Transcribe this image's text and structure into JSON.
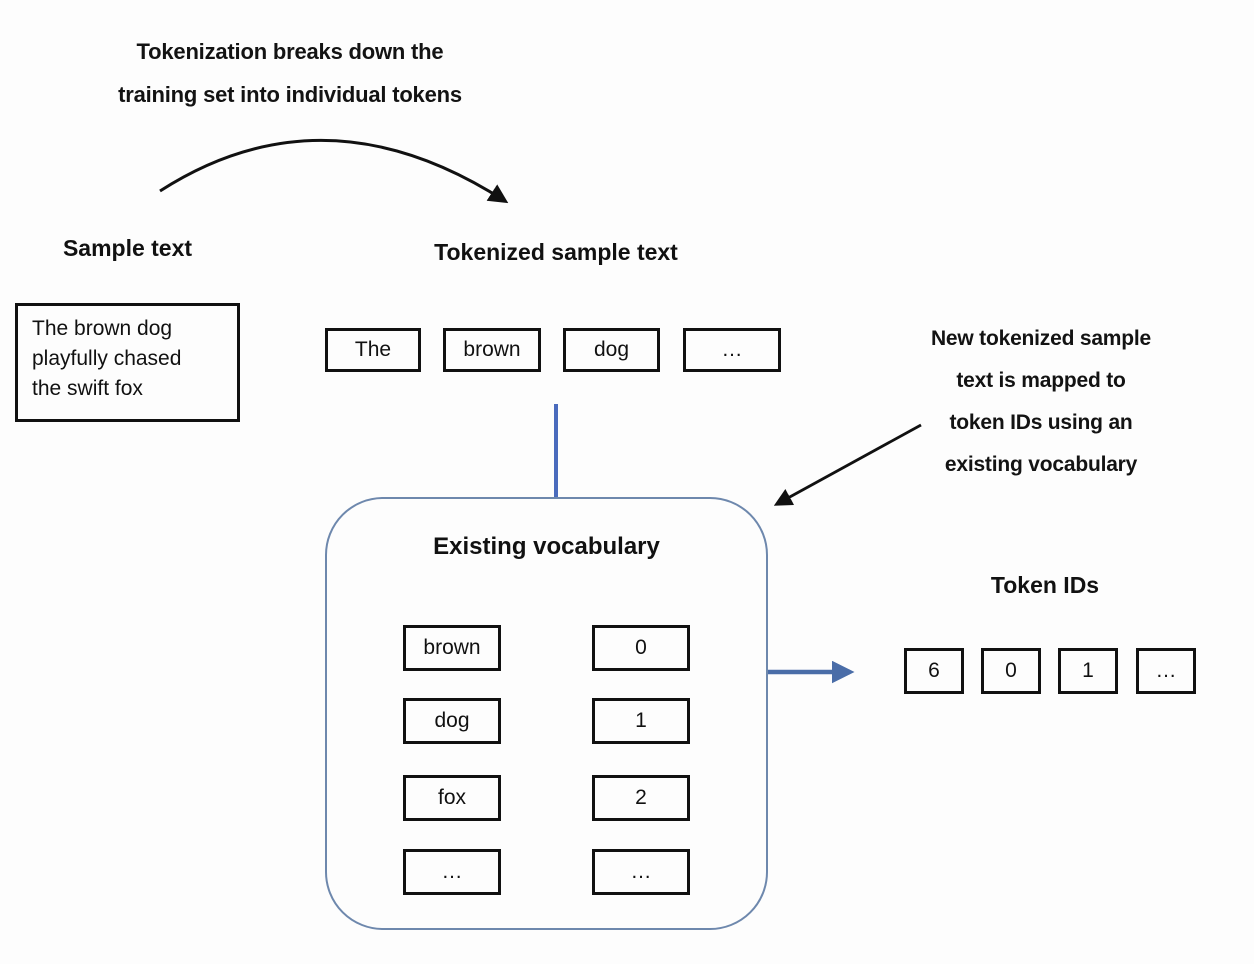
{
  "annotations": {
    "top": {
      "full": "Tokenization breaks down the training set into individual tokens",
      "lines": [
        "Tokenization breaks down the",
        "training set into individual tokens"
      ]
    },
    "right": {
      "full": "New tokenized sample text is mapped to token IDs using an existing vocabulary",
      "lines": [
        "New tokenized sample",
        "text is mapped to",
        "token IDs using an",
        "existing vocabulary"
      ]
    }
  },
  "headings": {
    "sample_text": "Sample text",
    "tokenized_sample_text": "Tokenized sample text",
    "existing_vocabulary": "Existing vocabulary",
    "token_ids": "Token IDs"
  },
  "sample_text": {
    "full": "The brown dog playfully chased the swift fox",
    "lines": [
      "The brown dog",
      "playfully chased",
      "the swift fox"
    ]
  },
  "tokens": [
    "The",
    "brown",
    "dog",
    "…"
  ],
  "vocab": [
    {
      "word": "brown",
      "id": "0"
    },
    {
      "word": "dog",
      "id": "1"
    },
    {
      "word": "fox",
      "id": "2"
    },
    {
      "word": "…",
      "id": "…"
    }
  ],
  "token_ids": [
    "6",
    "0",
    "1",
    "…"
  ],
  "colors": {
    "black": "#111111",
    "connector_blue": "#4a6bbd",
    "arrow_blue": "#4a6da8",
    "vocab_outline_blue": "#6e88ad",
    "background": "#fdfdfd"
  }
}
